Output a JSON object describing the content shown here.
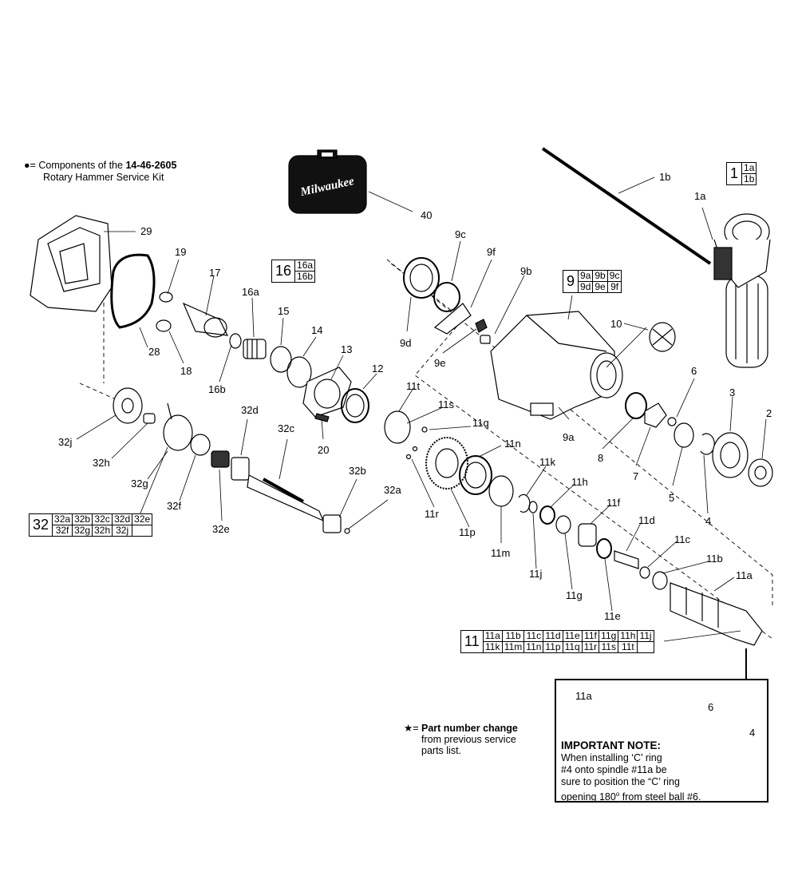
{
  "legend": {
    "bullet": "●=",
    "line1_prefix": "Components of the",
    "kit_number": "14-46-2605",
    "line2": "Rotary Hammer Service Kit"
  },
  "case_logo": "Milwaukee",
  "star_note": {
    "symbol": "★=",
    "line1": "Part number change",
    "line2": "from previous service",
    "line3": "parts list."
  },
  "important_note": {
    "title": "IMPORTANT NOTE:",
    "line1": "When installing ‘C’ ring",
    "line2": "#4 onto spindle #11a be",
    "line3": "sure to position the “C’ ring",
    "line4": "opening 180",
    "degree": "o",
    "line4_end": " from steel ball #6.",
    "labels": [
      "11a",
      "6",
      "4"
    ]
  },
  "kits": {
    "k1": {
      "main": "1",
      "parts": [
        "1a",
        "1b"
      ]
    },
    "k16": {
      "main": "16",
      "parts": [
        "16a",
        "16b"
      ]
    },
    "k9": {
      "main": "9",
      "parts": [
        "9a",
        "9b",
        "9c",
        "9d",
        "9e",
        "9f"
      ]
    },
    "k32": {
      "main": "32",
      "row1": [
        "32a",
        "32b",
        "32c",
        "32d",
        "32e"
      ],
      "row2": [
        "32f",
        "32g",
        "32h",
        "32j",
        ""
      ]
    },
    "k11": {
      "main": "11",
      "row1": [
        "11a",
        "11b",
        "11c",
        "11d",
        "11e",
        "11f",
        "11g",
        "11h",
        "11j"
      ],
      "row2": [
        "11k",
        "11m",
        "11n",
        "11p",
        "11q",
        "11r",
        "11s",
        "11t",
        ""
      ]
    }
  },
  "callouts": [
    "1b",
    "1a",
    "40",
    "29",
    "19",
    "17",
    "16a",
    "15",
    "14",
    "13",
    "12",
    "28",
    "18",
    "16b",
    "20",
    "9c",
    "9f",
    "9b",
    "9d",
    "9e",
    "9a",
    "10",
    "6",
    "3",
    "2",
    "8",
    "7",
    "5",
    "4",
    "11t",
    "11s",
    "11q",
    "11n",
    "11k",
    "11h",
    "11f",
    "11d",
    "11c",
    "11b",
    "11a",
    "11r",
    "11p",
    "11m",
    "11j",
    "11g",
    "11e",
    "32d",
    "32c",
    "32b",
    "32a",
    "32j",
    "32h",
    "32g",
    "32f",
    "32e"
  ]
}
